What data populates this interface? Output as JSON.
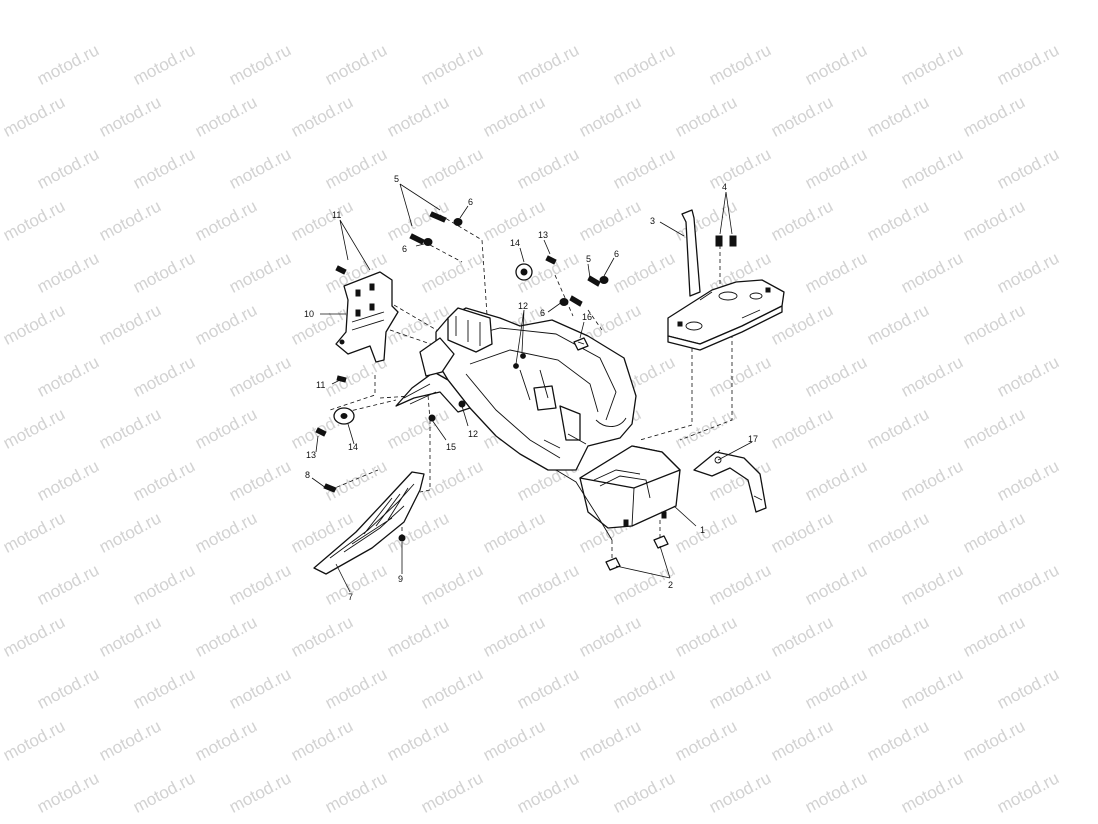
{
  "watermark": {
    "text": "motod.ru"
  },
  "callouts": {
    "c1": "1",
    "c2": "2",
    "c3": "3",
    "c4": "4",
    "c5a": "5",
    "c5b": "5",
    "c6a": "6",
    "c6b": "6",
    "c6c": "6",
    "c6d": "6",
    "c7": "7",
    "c8": "8",
    "c9": "9",
    "c10": "10",
    "c11a": "11",
    "c11b": "11",
    "c12a": "12",
    "c12b": "12",
    "c13a": "13",
    "c13b": "13",
    "c14a": "14",
    "c14b": "14",
    "c15": "15",
    "c16": "16",
    "c17": "17"
  }
}
